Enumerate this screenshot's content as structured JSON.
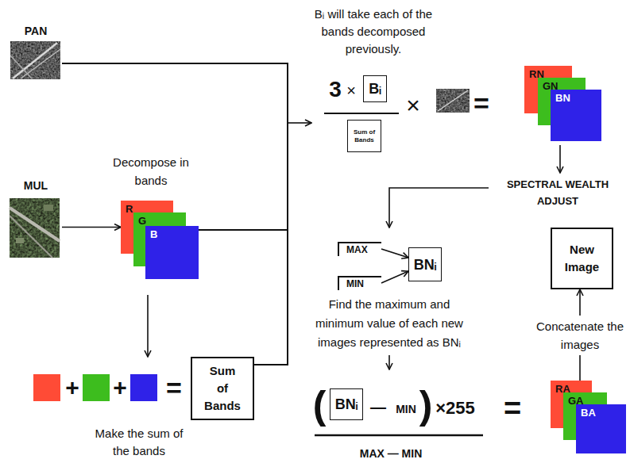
{
  "diagram": {
    "nodes": [
      {
        "text": [
          "PAN"
        ]
      },
      {
        "text": [
          "MUL"
        ]
      },
      {
        "text": [
          "R"
        ]
      },
      {
        "text": [
          "G"
        ]
      },
      {
        "text": [
          "B"
        ]
      },
      {
        "text": [
          "Sum of Bands"
        ]
      },
      {
        "text": [
          "Bᵢ"
        ]
      },
      {
        "text": [
          "Sum of Bands"
        ]
      },
      {
        "text": [
          "RN"
        ]
      },
      {
        "text": [
          "GN"
        ]
      },
      {
        "text": [
          "BN"
        ]
      },
      {
        "text": [
          "MAX"
        ]
      },
      {
        "text": [
          "MIN"
        ]
      },
      {
        "text": [
          "BNᵢ"
        ]
      },
      {
        "text": [
          "New Image"
        ]
      },
      {
        "text": [
          "BNᵢ"
        ]
      },
      {
        "text": [
          "RA"
        ]
      },
      {
        "text": [
          "GA"
        ]
      },
      {
        "text": [
          "BA"
        ]
      }
    ],
    "edges": [
      {
        "from": 1,
        "to": 2,
        "arrow": "to"
      },
      {
        "from": 11,
        "to": 13,
        "arrow": "to"
      },
      {
        "from": 12,
        "to": 13,
        "arrow": "to"
      },
      {
        "from": 16,
        "to": 14,
        "label": "Concatenate the images",
        "arrow": "to"
      }
    ],
    "labels": [
      "Decompose in bands",
      "+",
      "+",
      "=",
      "Make the sum of the bands",
      "Bᵢ will take each of the bands decomposed previously.",
      "3",
      "×",
      "×",
      "=",
      "SPECTRAL WEALTH ADJUST",
      "Find the maximum and minimum value of each new images represented as BNᵢ",
      "(",
      "—",
      "MIN",
      ")",
      "×255",
      "MAX — MIN",
      "="
    ]
  }
}
